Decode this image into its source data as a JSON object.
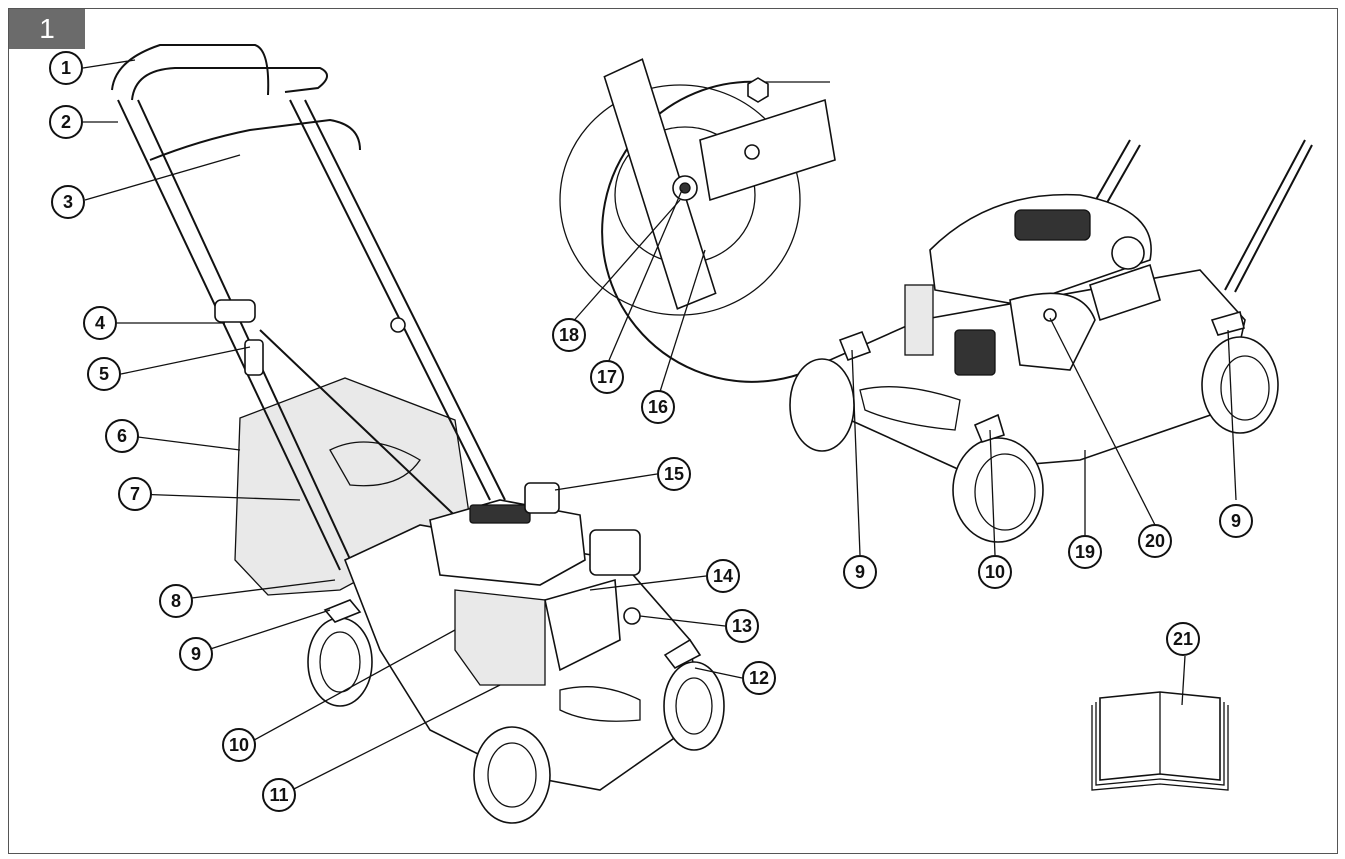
{
  "figure": {
    "number": "1"
  },
  "callouts": [
    "1",
    "2",
    "3",
    "4",
    "5",
    "6",
    "7",
    "8",
    "9",
    "10",
    "11",
    "12",
    "13",
    "14",
    "15",
    "16",
    "17",
    "18",
    "9",
    "10",
    "19",
    "20",
    "9",
    "21"
  ]
}
